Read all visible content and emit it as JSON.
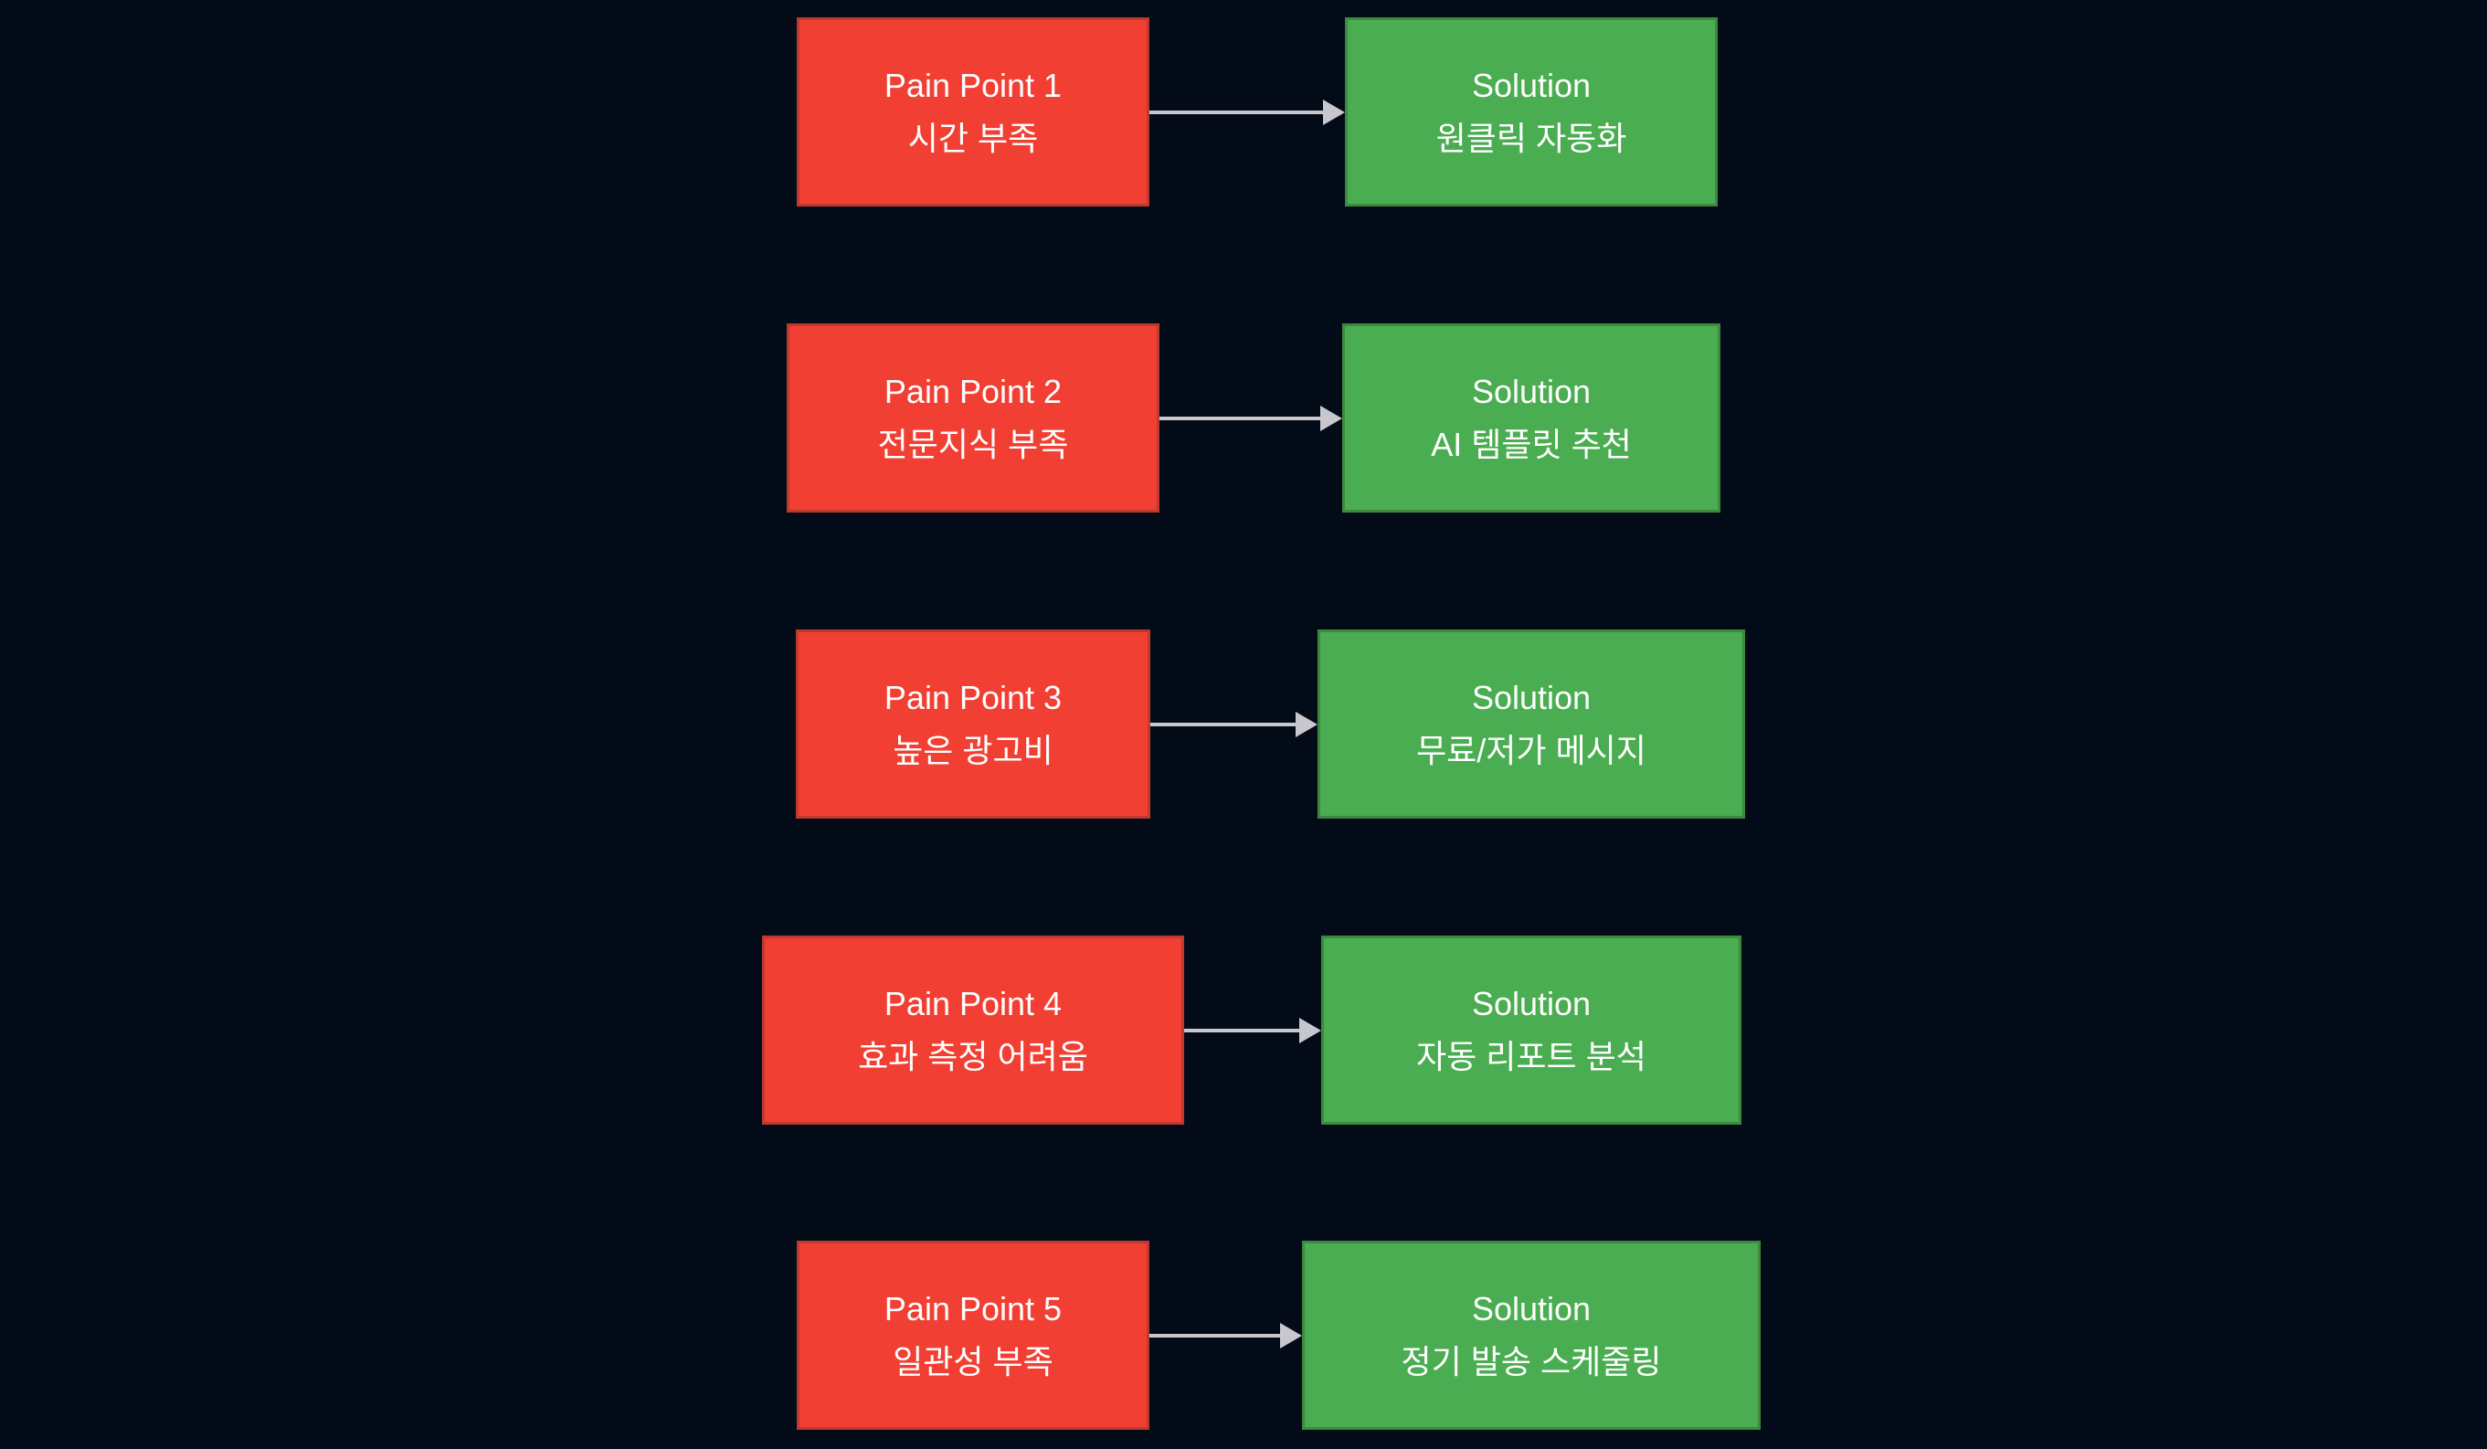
{
  "diagram": {
    "rows": [
      {
        "pain": {
          "title": "Pain Point 1",
          "subtitle": "시간 부족"
        },
        "solution": {
          "title": "Solution",
          "subtitle": "원클릭 자동화"
        }
      },
      {
        "pain": {
          "title": "Pain Point 2",
          "subtitle": "전문지식 부족"
        },
        "solution": {
          "title": "Solution",
          "subtitle": "AI 템플릿 추천"
        }
      },
      {
        "pain": {
          "title": "Pain Point 3",
          "subtitle": "높은 광고비"
        },
        "solution": {
          "title": "Solution",
          "subtitle": "무료/저가 메시지"
        }
      },
      {
        "pain": {
          "title": "Pain Point 4",
          "subtitle": "효과 측정 어려움"
        },
        "solution": {
          "title": "Solution",
          "subtitle": "자동 리포트 분석"
        }
      },
      {
        "pain": {
          "title": "Pain Point 5",
          "subtitle": "일관성 부족"
        },
        "solution": {
          "title": "Solution",
          "subtitle": "정기 발송 스케줄링"
        }
      }
    ],
    "colors": {
      "background": "#040b18",
      "pain_fill": "#f23f33",
      "pain_border": "#bf3a2e",
      "solution_fill": "#4bad51",
      "solution_border": "#3c8a40",
      "arrow": "#c7c7cd",
      "text": "#ffffff"
    }
  }
}
